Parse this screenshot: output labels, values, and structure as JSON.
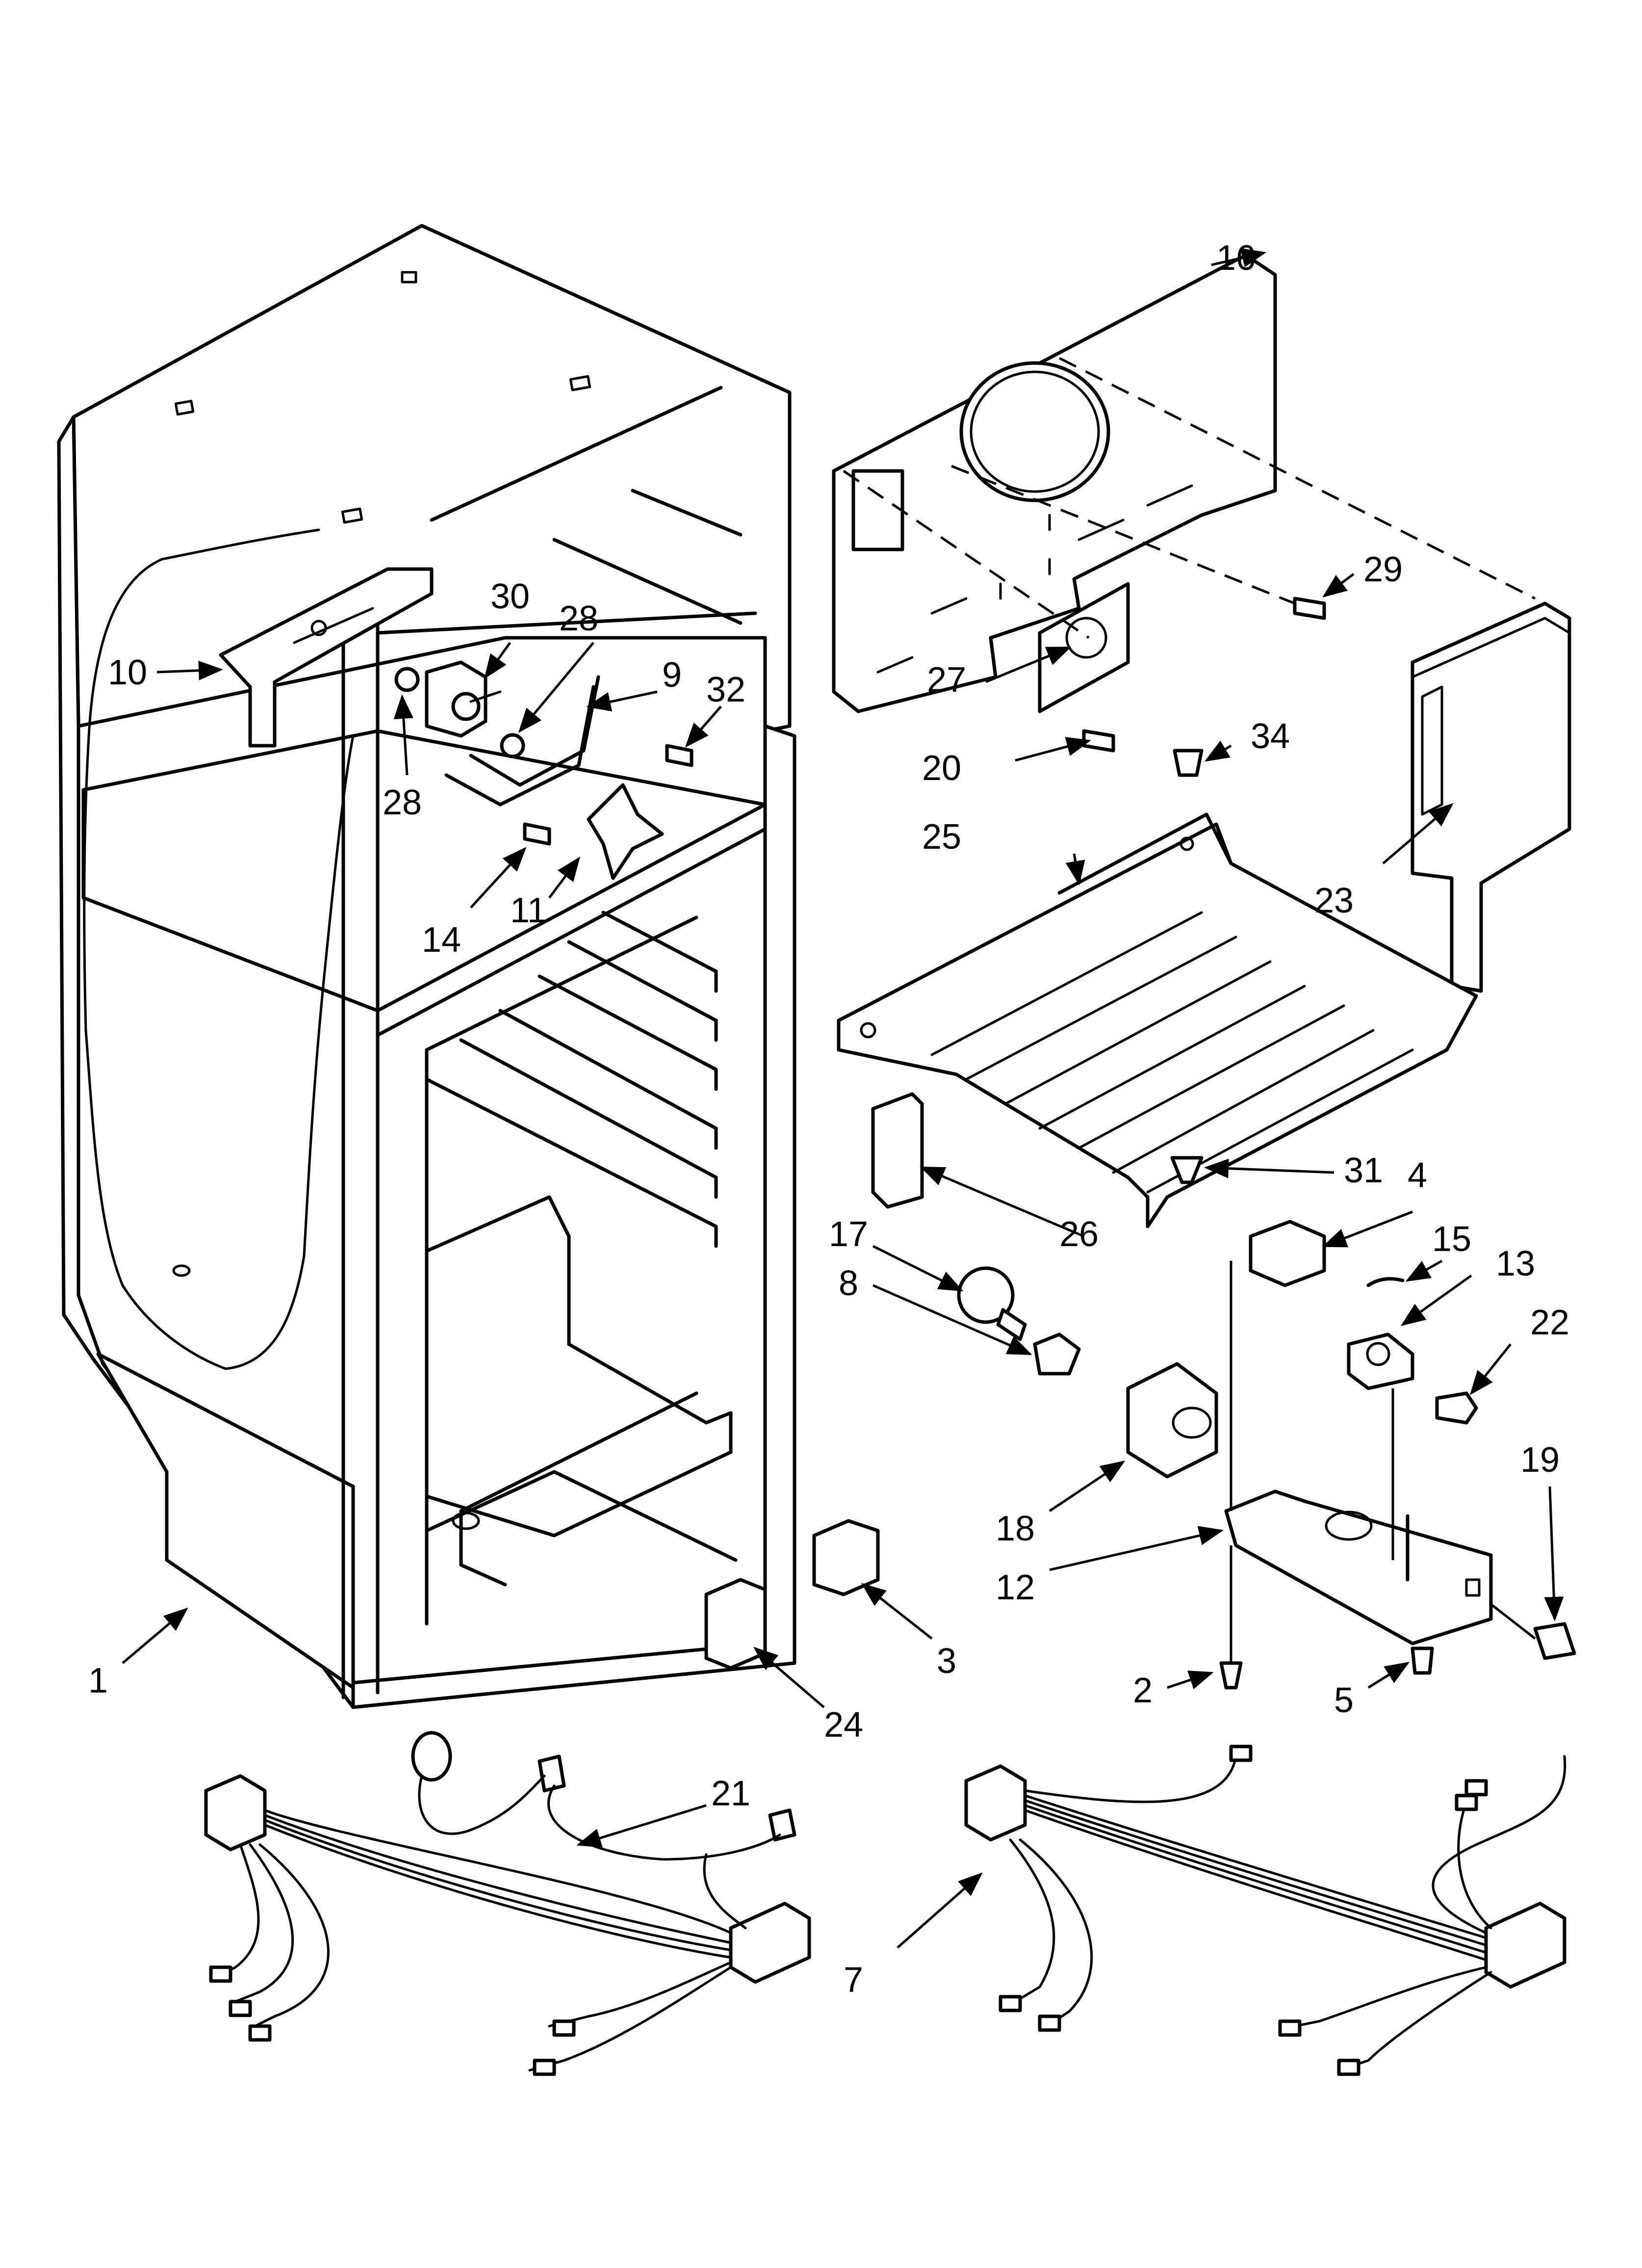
{
  "callouts": [
    {
      "id": "1",
      "label": "1"
    },
    {
      "id": "2",
      "label": "2"
    },
    {
      "id": "3",
      "label": "3"
    },
    {
      "id": "4",
      "label": "4"
    },
    {
      "id": "5",
      "label": "5"
    },
    {
      "id": "7",
      "label": "7"
    },
    {
      "id": "8",
      "label": "8"
    },
    {
      "id": "9",
      "label": "9"
    },
    {
      "id": "10",
      "label": "10"
    },
    {
      "id": "11",
      "label": "11"
    },
    {
      "id": "12",
      "label": "12"
    },
    {
      "id": "13",
      "label": "13"
    },
    {
      "id": "14",
      "label": "14"
    },
    {
      "id": "15",
      "label": "15"
    },
    {
      "id": "16",
      "label": "16"
    },
    {
      "id": "17",
      "label": "17"
    },
    {
      "id": "18",
      "label": "18"
    },
    {
      "id": "19",
      "label": "19"
    },
    {
      "id": "20",
      "label": "20"
    },
    {
      "id": "21",
      "label": "21"
    },
    {
      "id": "22",
      "label": "22"
    },
    {
      "id": "23",
      "label": "23"
    },
    {
      "id": "24",
      "label": "24"
    },
    {
      "id": "25",
      "label": "25"
    },
    {
      "id": "26",
      "label": "26"
    },
    {
      "id": "27",
      "label": "27"
    },
    {
      "id": "28a",
      "label": "28"
    },
    {
      "id": "28b",
      "label": "28"
    },
    {
      "id": "29",
      "label": "29"
    },
    {
      "id": "30",
      "label": "30"
    },
    {
      "id": "31",
      "label": "31"
    },
    {
      "id": "32",
      "label": "32"
    },
    {
      "id": "34",
      "label": "34"
    }
  ]
}
